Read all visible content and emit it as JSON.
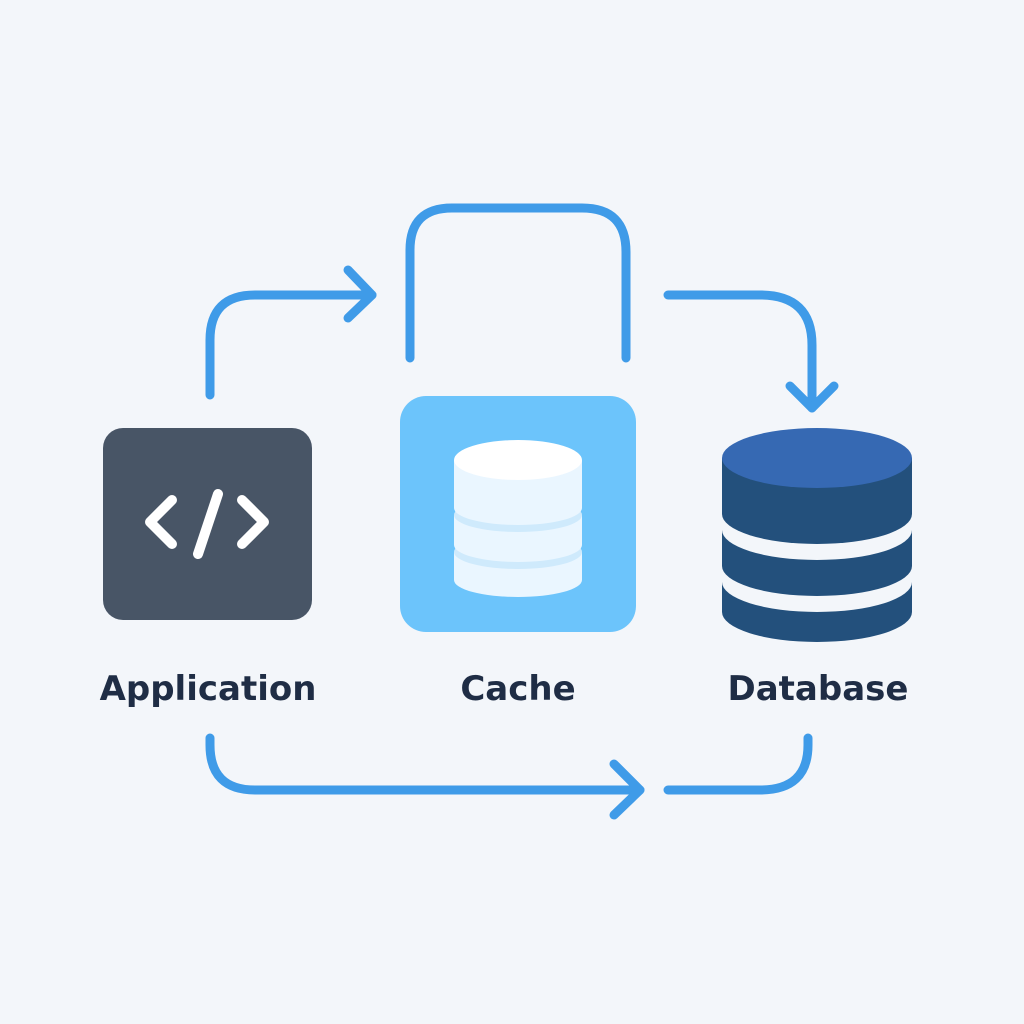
{
  "nodes": [
    {
      "id": "application",
      "label": "Application",
      "icon": "code-icon"
    },
    {
      "id": "cache",
      "label": "Cache",
      "icon": "cache-stack-icon"
    },
    {
      "id": "database",
      "label": "Database",
      "icon": "database-cylinder-icon"
    }
  ],
  "edges": [
    {
      "from": "application",
      "to": "cache"
    },
    {
      "from": "cache",
      "to": "database"
    },
    {
      "from": "application",
      "to": "database"
    }
  ],
  "colors": {
    "background": "#f3f6fa",
    "arrow": "#3f9be8",
    "application_box": "#485566",
    "application_glyph": "#ffffff",
    "cache_box": "#6cc4fb",
    "cache_disk": "#eaf6ff",
    "database_top": "#3669b3",
    "database_body": "#23507c",
    "label_text": "#1f2d45"
  }
}
